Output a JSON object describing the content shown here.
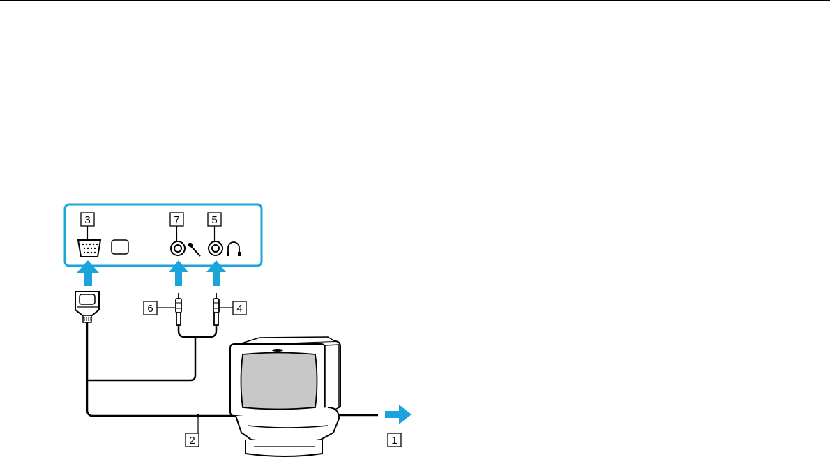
{
  "colors": {
    "accent": "#1ba3dc",
    "line": "#000000",
    "monitor_face": "#c8c8c8",
    "monitor_body": "#ffffff"
  },
  "callouts": {
    "c1": "1",
    "c2": "2",
    "c3": "3",
    "c4": "4",
    "c5": "5",
    "c6": "6",
    "c7": "7"
  },
  "icons": {
    "vga_port": "vga-port-icon",
    "monitor_symbol": "monitor-symbol-icon",
    "mic_jack": "mic-jack-icon",
    "mic_symbol": "microphone-icon",
    "headphone_jack": "headphone-jack-icon",
    "headphone_symbol": "headphones-icon",
    "vga_plug": "vga-plug-icon",
    "audio_plug": "audio-plug-icon",
    "monitor": "crt-monitor-icon"
  }
}
